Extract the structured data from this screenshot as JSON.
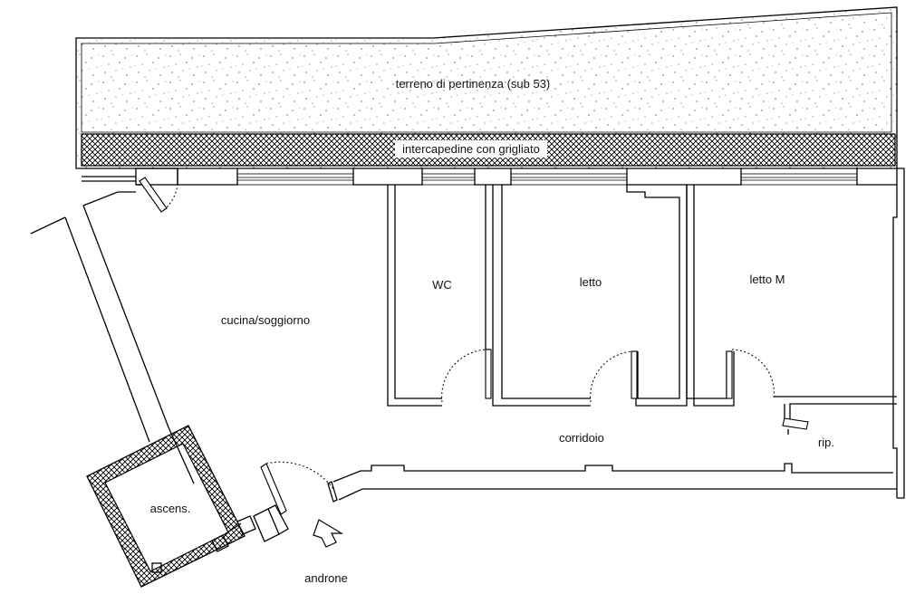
{
  "labels": {
    "terreno": "terreno di pertinenza (sub 53)",
    "intercapedine": "intercapedine con grigliato",
    "wc": "WC",
    "letto": "letto",
    "letto_m": "letto M",
    "cucina": "cucina/soggiorno",
    "corridoio": "corridoio",
    "rip": "rip.",
    "ascens": "ascens.",
    "androne": "androne"
  }
}
